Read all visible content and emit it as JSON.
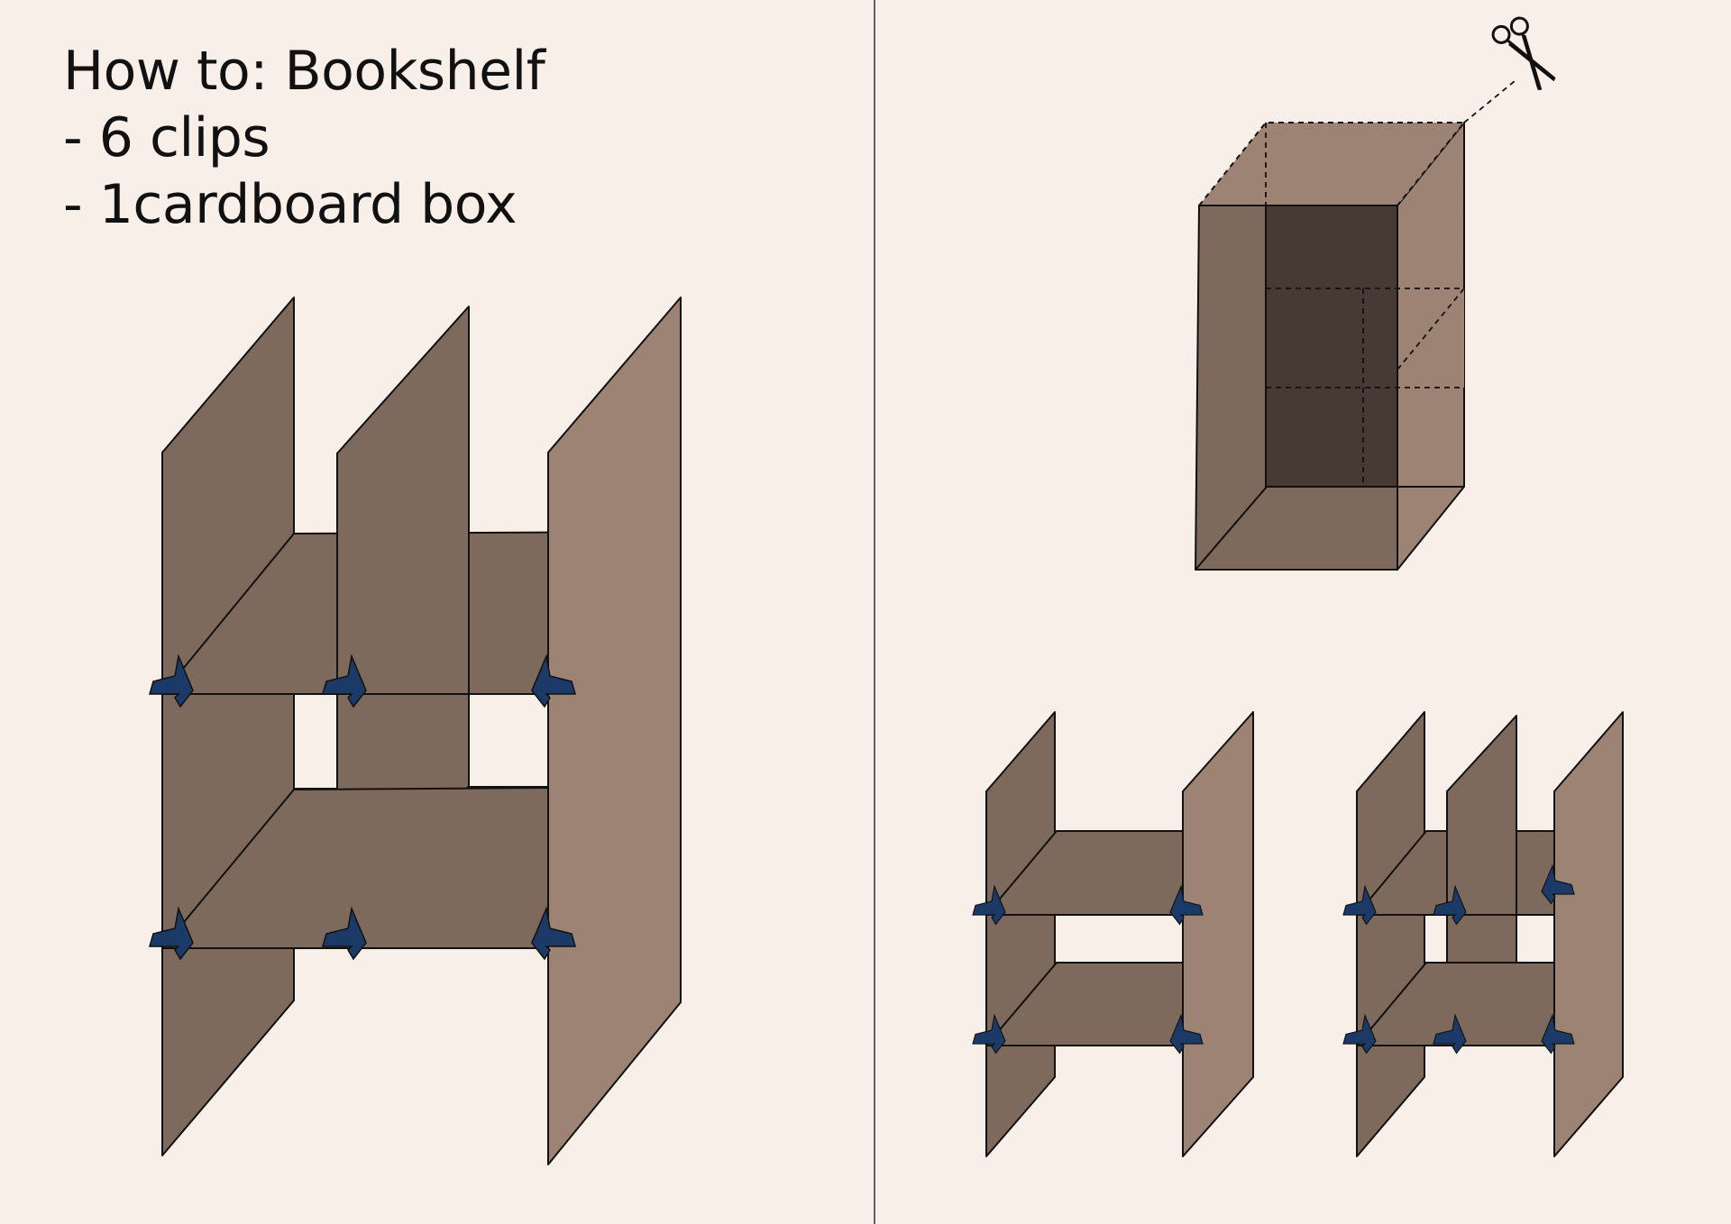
{
  "instructions": {
    "title": "How to: Bookshelf",
    "materials": [
      "- 6 clips",
      "- 1cardboard box"
    ]
  },
  "colors": {
    "background": "#f8efe9",
    "cardboard_dark": "#7d6a5c",
    "cardboard_light": "#9c8373",
    "cardboard_inside": "#473a34",
    "clip": "#1c3a68",
    "outline": "#111111"
  },
  "icons": {
    "scissors": "scissors-icon"
  }
}
